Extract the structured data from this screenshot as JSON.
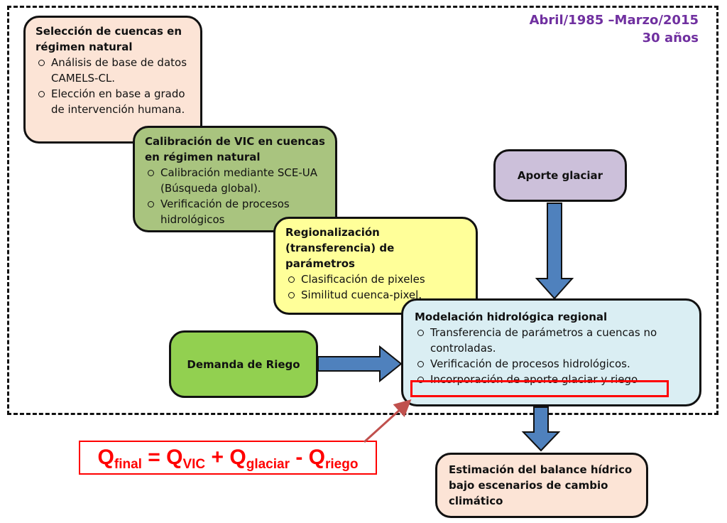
{
  "period": {
    "line1": "Abril/1985 –Marzo/2015",
    "line2": "30 años"
  },
  "boxes": {
    "seleccion": {
      "title": "Selección de cuencas en régimen natural",
      "items": [
        "Análisis de base de datos CAMELS-CL.",
        "Elección en base a grado de intervención humana."
      ],
      "color": "#fce4d6"
    },
    "calibracion": {
      "title": "Calibración de VIC en cuencas en régimen natural",
      "items": [
        "Calibración mediante SCE-UA  (Búsqueda global).",
        "Verificación de procesos hidrológicos"
      ],
      "color": "#a9c47f"
    },
    "regionalizacion": {
      "title": "Regionalización (transferencia) de parámetros",
      "items": [
        "Clasificación de pixeles",
        "Similitud cuenca-pixel."
      ],
      "color": "#ffff99"
    },
    "aporte": {
      "title": "Aporte glaciar",
      "color": "#ccc0da"
    },
    "demanda": {
      "title": "Demanda de Riego",
      "color": "#92d050"
    },
    "modelacion": {
      "title": "Modelación hidrológica regional",
      "items": [
        "Transferencia de parámetros a cuencas no controladas.",
        "Verificación de procesos hidrológicos.",
        "Incorporación de aporte glaciar y riego"
      ],
      "color": "#daeef3"
    },
    "estimacion": {
      "title": "Estimación del balance hídrico bajo escenarios de cambio climático",
      "color": "#fce4d6"
    }
  },
  "formula": {
    "q1": "Q",
    "s1": "final",
    "eq": " = ",
    "q2": "Q",
    "s2": "VIC",
    "plus": " + ",
    "q3": "Q",
    "s3": "glaciar",
    "minus": " - ",
    "q4": "Q",
    "s4": "riego"
  },
  "colors": {
    "arrow": "#4f81bd",
    "arrow_border": "#111111",
    "highlight": "#ff0000",
    "pointer": "#c0504d"
  }
}
